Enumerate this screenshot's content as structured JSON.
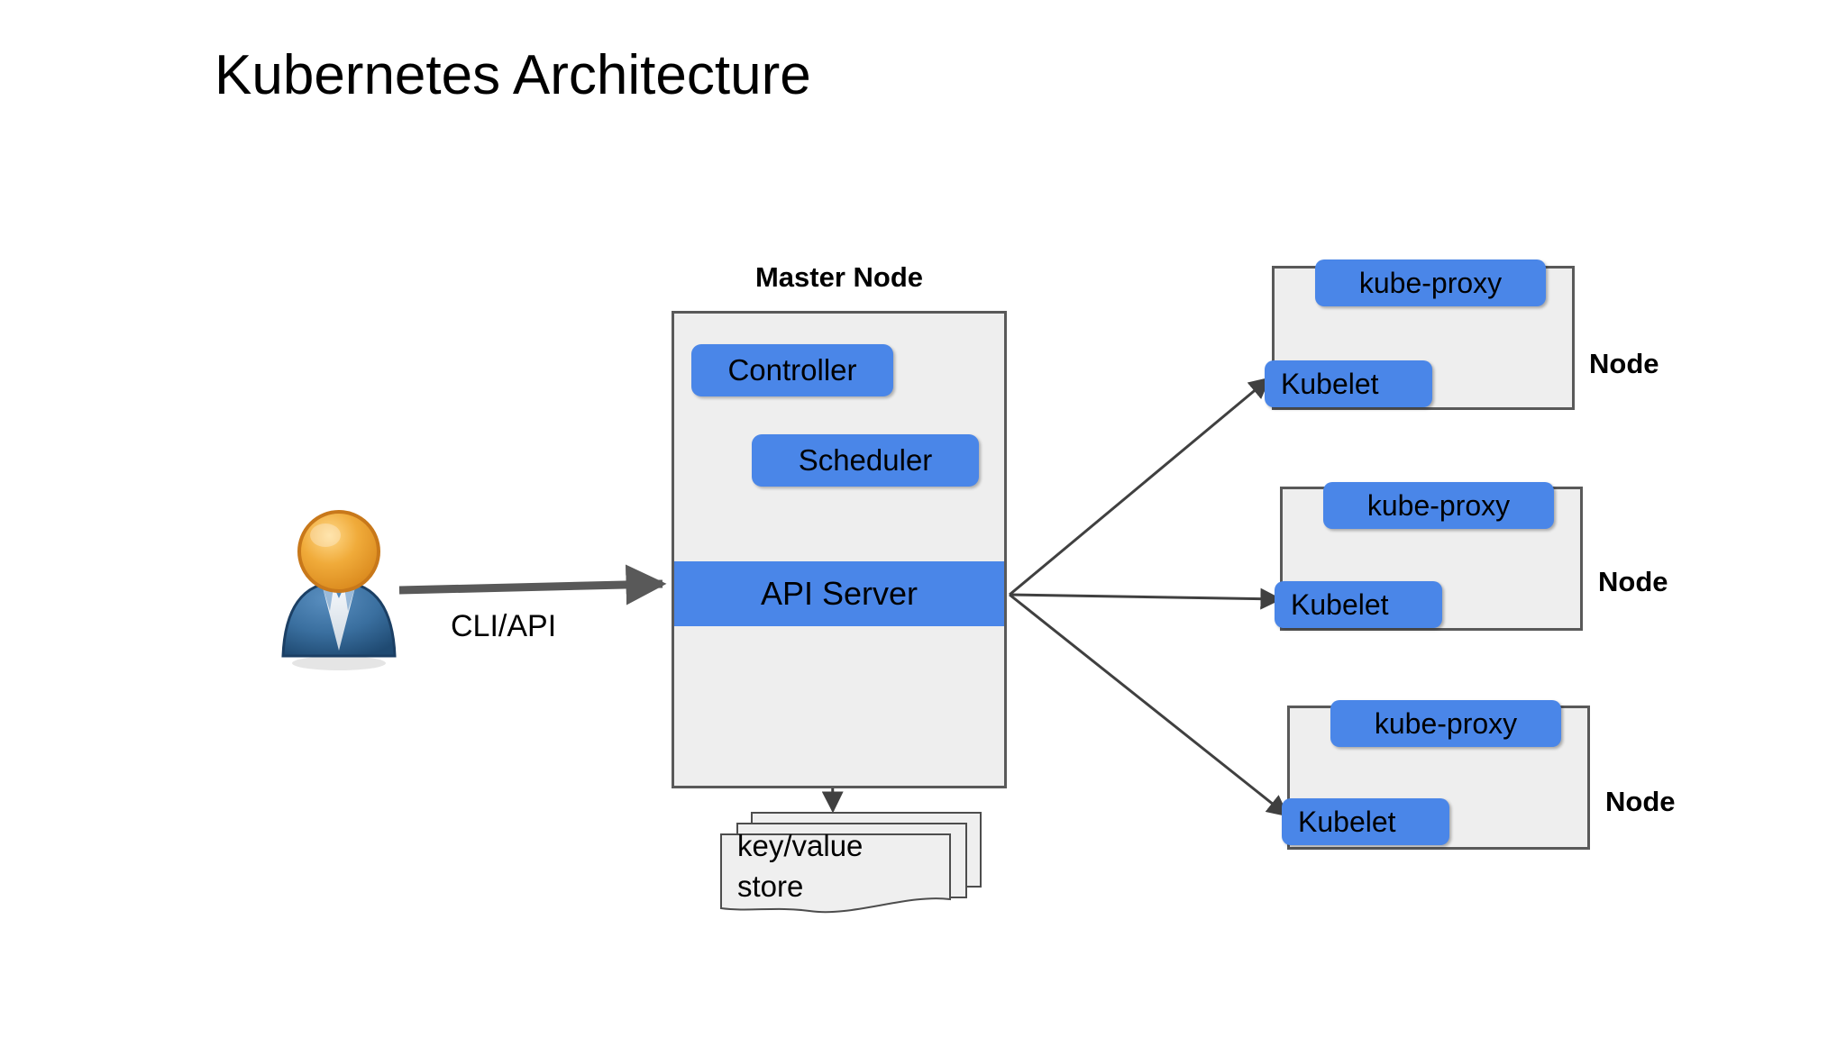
{
  "page": {
    "title": "Kubernetes Architecture",
    "background": "#ffffff",
    "accent_blue": "#4a86e8",
    "box_fill": "#eeeeee",
    "box_stroke": "#595959"
  },
  "actor": {
    "icon": "user-icon",
    "connection_label": "CLI/API"
  },
  "master": {
    "label": "Master Node",
    "components": {
      "controller": "Controller",
      "scheduler": "Scheduler",
      "api_server": "API Server"
    }
  },
  "datastore": {
    "label_line1": "key/value",
    "label_line2": "store"
  },
  "nodes": [
    {
      "label": "Node",
      "kube_proxy": "kube-proxy",
      "kubelet": "Kubelet"
    },
    {
      "label": "Node",
      "kube_proxy": "kube-proxy",
      "kubelet": "Kubelet"
    },
    {
      "label": "Node",
      "kube_proxy": "kube-proxy",
      "kubelet": "Kubelet"
    }
  ]
}
